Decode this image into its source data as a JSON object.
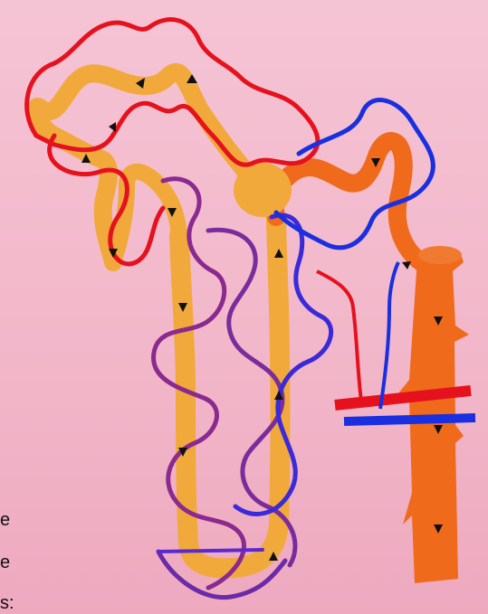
{
  "fragments": {
    "line1": "e",
    "line2": "e",
    "line3": "s:"
  },
  "colors": {
    "background": "#f2b6c9",
    "tubule": "#f2a93b",
    "collecting_duct": "#f06a1c",
    "artery": "#e5121e",
    "vein": "#1a2fe0",
    "capillary_mid": "#7a2c9c"
  },
  "flow_direction": "down",
  "icons": [
    "arrow-icon"
  ]
}
